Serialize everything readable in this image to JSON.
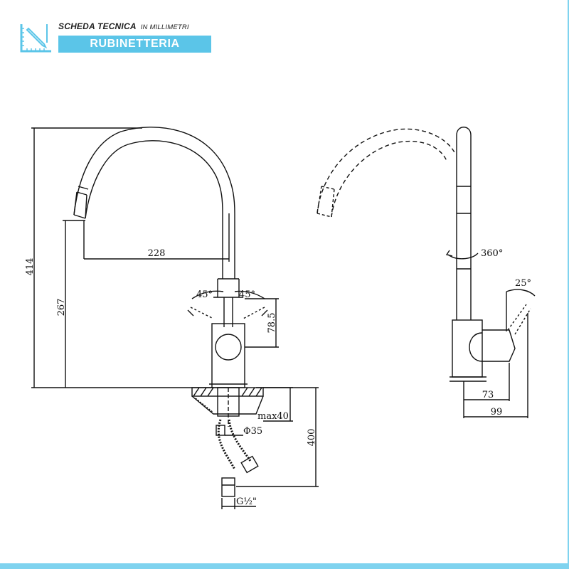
{
  "header": {
    "title": "SCHEDA TECNICA",
    "unit_note": "IN MILLIMETRI",
    "category": "RUBINETTERIA"
  },
  "colors": {
    "accent": "#5bc5e8",
    "frame": "#7fd3ef",
    "line": "#111111"
  },
  "dimensions": {
    "height_total": "414",
    "height_spout": "267",
    "reach": "228",
    "lever_angle_left": "45°",
    "lever_angle_right": "45°",
    "lever_height": "78.5",
    "rotation": "360°",
    "side_angle": "25°",
    "side_depth_inner": "73",
    "side_depth_outer": "99",
    "max_thickness": "max40",
    "hole_diameter": "Φ35",
    "hose_length": "400",
    "connection": "G½\""
  }
}
